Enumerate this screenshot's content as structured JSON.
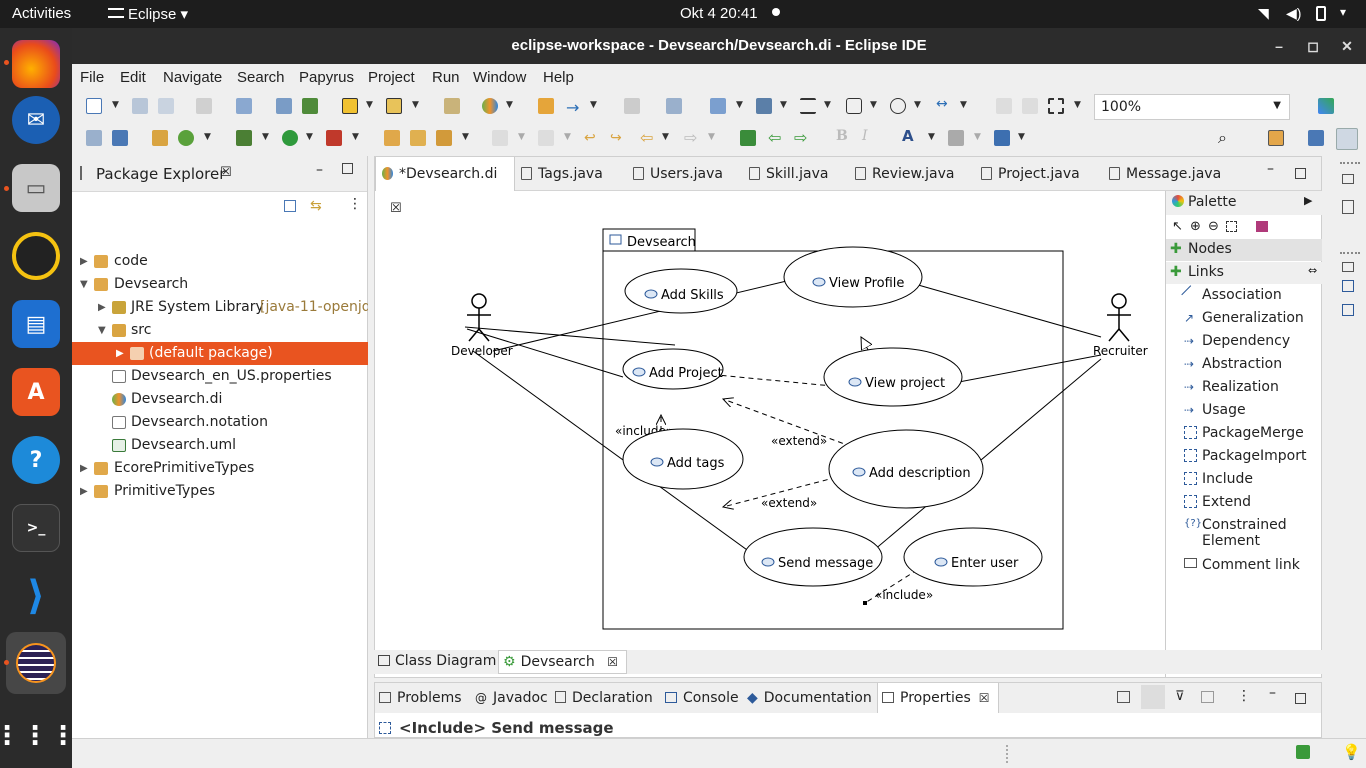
{
  "topbar": {
    "activities": "Activities",
    "app": "Eclipse",
    "clock": "Okt 4  20:41"
  },
  "window": {
    "title": "eclipse-workspace - Devsearch/Devsearch.di - Eclipse IDE"
  },
  "menu": [
    "File",
    "Edit",
    "Navigate",
    "Search",
    "Papyrus",
    "Project",
    "Run",
    "Window",
    "Help"
  ],
  "toolbar": {
    "zoom": "100%"
  },
  "package_explorer": {
    "title": "Package Explorer",
    "items": [
      {
        "label": "code",
        "extra": ""
      },
      {
        "label": "Devsearch",
        "extra": ""
      },
      {
        "label": "JRE System Library",
        "extra": "[java-11-openjdk"
      },
      {
        "label": "src",
        "extra": ""
      },
      {
        "label": "(default package)",
        "extra": ""
      },
      {
        "label": "Devsearch_en_US.properties",
        "extra": ""
      },
      {
        "label": "Devsearch.di",
        "extra": ""
      },
      {
        "label": "Devsearch.notation",
        "extra": ""
      },
      {
        "label": "Devsearch.uml",
        "extra": ""
      },
      {
        "label": "EcorePrimitiveTypes",
        "extra": ""
      },
      {
        "label": "PrimitiveTypes",
        "extra": ""
      }
    ]
  },
  "editor_tabs": [
    "*Devsearch.di",
    "Tags.java",
    "Users.java",
    "Skill.java",
    "Review.java",
    "Project.java",
    "Message.java"
  ],
  "diagram": {
    "boundary": "Devsearch",
    "actors": [
      "Developer",
      "Recruiter"
    ],
    "use_cases": [
      "Add Skills",
      "View Profile",
      "Add Project",
      "View project",
      "Add tags",
      "Add description",
      "Send message",
      "Enter user"
    ],
    "labels": {
      "include": "«include»",
      "extend": "«extend»"
    }
  },
  "palette": {
    "title": "Palette",
    "sections": {
      "nodes": "Nodes",
      "links": "Links"
    },
    "links": [
      "Association",
      "Generalization",
      "Dependency",
      "Abstraction",
      "Realization",
      "Usage",
      "PackageMerge",
      "PackageImport",
      "Include",
      "Extend",
      "Constrained Element",
      "Comment link"
    ]
  },
  "diagram_tabs": [
    "Class Diagram",
    "Devsearch"
  ],
  "bottom_tabs": [
    "Problems",
    "Javadoc",
    "Declaration",
    "Console",
    "Documentation",
    "Properties"
  ],
  "properties": {
    "heading": "<Include> Send message"
  }
}
